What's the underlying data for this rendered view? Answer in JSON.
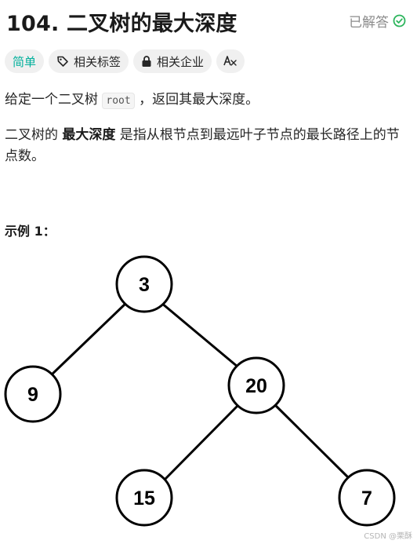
{
  "header": {
    "title": "104. 二叉树的最大深度",
    "solved_label": "已解答",
    "solved_icon": "check-circle-icon",
    "solved_color": "#2db55d"
  },
  "tags": [
    {
      "label": "简单",
      "icon": ""
    },
    {
      "label": "相关标签",
      "icon": "tag-icon"
    },
    {
      "label": "相关企业",
      "icon": "lock-icon"
    },
    {
      "label": "",
      "icon": "translate-icon"
    }
  ],
  "description": {
    "line1_before": "给定一个二叉树 ",
    "line1_code": "root",
    "line1_after": " ，返回其最大深度。",
    "line2_before": "二叉树的 ",
    "line2_bold": "最大深度",
    "line2_after": " 是指从根节点到最远叶子节点的最长路径上的节点数。"
  },
  "example": {
    "title": "示例 1："
  },
  "tree": {
    "nodes": [
      {
        "id": "n3",
        "label": "3"
      },
      {
        "id": "n9",
        "label": "9"
      },
      {
        "id": "n20",
        "label": "20"
      },
      {
        "id": "n15",
        "label": "15"
      },
      {
        "id": "n7",
        "label": "7"
      }
    ],
    "edges": [
      [
        "n3",
        "n9"
      ],
      [
        "n3",
        "n20"
      ],
      [
        "n20",
        "n15"
      ],
      [
        "n20",
        "n7"
      ]
    ]
  },
  "watermark": "CSDN @栗酥"
}
